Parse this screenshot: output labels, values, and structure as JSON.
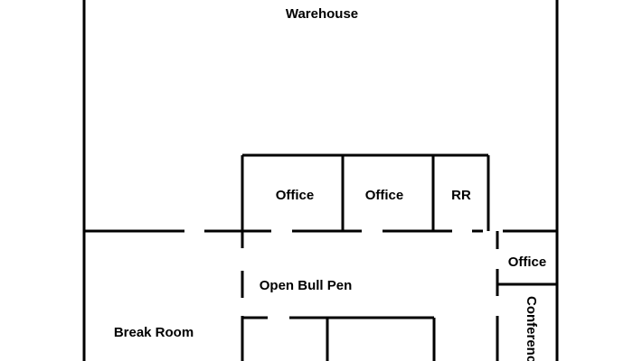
{
  "floor_plan": {
    "colors": {
      "wall": "#000000",
      "background": "#ffffff",
      "label": "#000000"
    },
    "rooms": {
      "warehouse": "Warehouse",
      "office_1": "Office",
      "office_2": "Office",
      "restroom": "RR",
      "office_3": "Office",
      "open_bull_pen": "Open Bull Pen",
      "break_room": "Break Room",
      "conference": "Conference"
    }
  }
}
